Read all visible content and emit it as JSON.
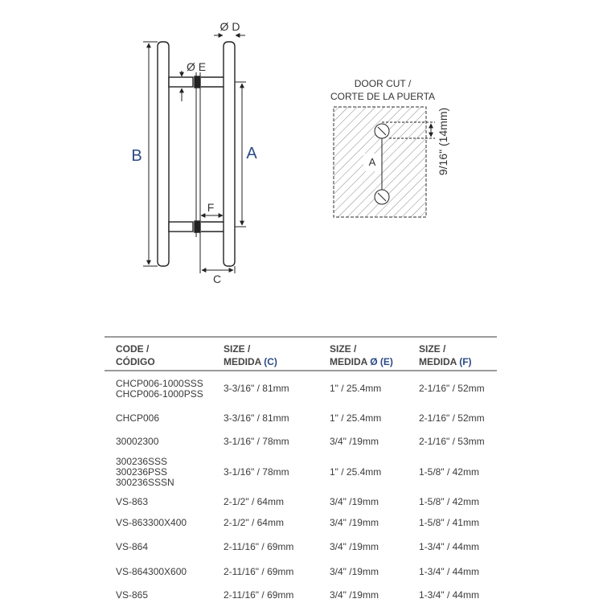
{
  "diagram": {
    "labels": {
      "a": "A",
      "b": "B",
      "c": "C",
      "d": "Ø D",
      "e": "Ø E",
      "f": "F",
      "cut_a": "A"
    },
    "door_cut": {
      "title_line1": "DOOR CUT  /",
      "title_line2": "CORTE DE LA PUERTA",
      "offset_label": "9/16\" (14mm)"
    }
  },
  "table": {
    "headers": [
      {
        "line1": "CODE /",
        "line2": "CÓDIGO",
        "suffix": ""
      },
      {
        "line1": "SIZE /",
        "line2": "MEDIDA",
        "suffix": "(C)"
      },
      {
        "line1": "SIZE /",
        "line2": "MEDIDA",
        "suffix": "Ø (E)"
      },
      {
        "line1": "SIZE /",
        "line2": "MEDIDA",
        "suffix": "(F)"
      }
    ],
    "rows": [
      {
        "codes": [
          "CHCP006-1000SSS",
          "CHCP006-1000PSS"
        ],
        "c": "3-3/16\" / 81mm",
        "e": "1\" / 25.4mm",
        "f": "2-1/16\" / 52mm"
      },
      {
        "codes": [
          "CHCP006"
        ],
        "c": "3-3/16\" / 81mm",
        "e": "1\" / 25.4mm",
        "f": "2-1/16\" / 52mm"
      },
      {
        "codes": [
          "30002300"
        ],
        "c": "3-1/16\" / 78mm",
        "e": "3/4\" /19mm",
        "f": "2-1/16\" / 53mm"
      },
      {
        "codes": [
          "300236SSS",
          "300236PSS",
          "300236SSSN"
        ],
        "c": "3-1/16\" / 78mm",
        "e": "1\" / 25.4mm",
        "f": "1-5/8\" / 42mm"
      },
      {
        "codes": [
          "VS-863"
        ],
        "c": "2-1/2\" / 64mm",
        "e": "3/4\" /19mm",
        "f": "1-5/8\" / 42mm"
      },
      {
        "codes": [
          "VS-863300X400"
        ],
        "c": "2-1/2\" / 64mm",
        "e": "3/4\" /19mm",
        "f": "1-5/8\" / 41mm"
      },
      {
        "codes": [
          "VS-864"
        ],
        "c": "2-11/16\" / 69mm",
        "e": "3/4\" /19mm",
        "f": "1-3/4\" / 44mm"
      },
      {
        "codes": [
          "VS-864300X600"
        ],
        "c": "2-11/16\" / 69mm",
        "e": "3/4\" /19mm",
        "f": "1-3/4\" / 44mm"
      },
      {
        "codes": [
          "VS-865"
        ],
        "c": "2-11/16\" / 69mm",
        "e": "3/4\" /19mm",
        "f": "1-3/4\" / 44mm"
      }
    ]
  }
}
